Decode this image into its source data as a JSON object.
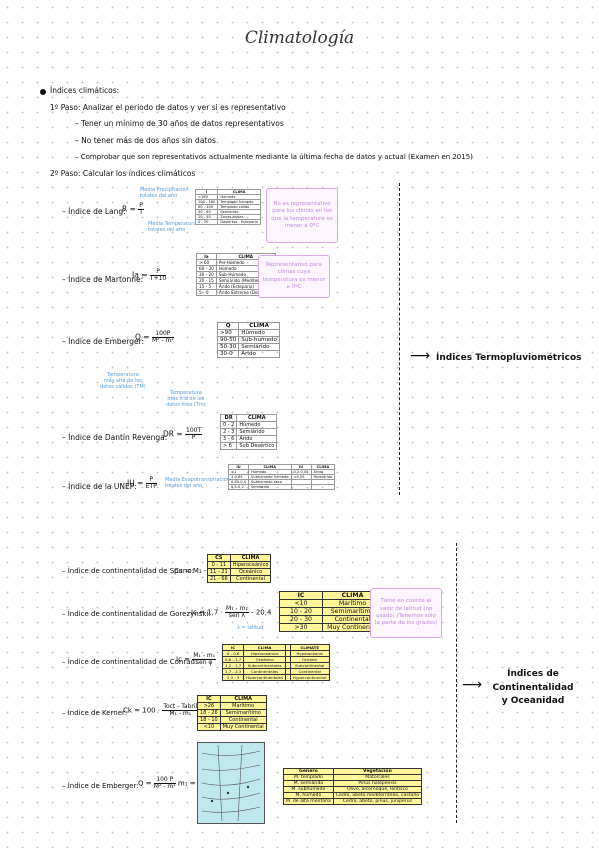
{
  "title": "Climatología",
  "intro": {
    "heading": "Índices climáticos:",
    "paso1": "1º Paso: Analizar el periodo de datos y ver si es representativo",
    "sub1": "– Tener un mínimo de 30 años de datos representativos",
    "sub2": "– No tener más de dos años sin datos",
    "sub3": "– Comprobar que son representativos actualmente mediante la última fecha de datos y actual (Examen en 2015)",
    "paso2": "2º Paso: Calcular los índices climáticos"
  },
  "lang": {
    "label": "– Índice de Lang:",
    "formula_lhs": "R =",
    "num": "P",
    "den": "T",
    "note_p": "Media Precipitación\ntotales del año",
    "note_t": "Media Temperatura\ntotales del año",
    "table": {
      "headers": [
        "I",
        "CLIMA"
      ],
      "rows": [
        [
          ">160",
          "Húmedo"
        ],
        [
          "100 - 160",
          "Templado húmedo"
        ],
        [
          "60 - 100",
          "Templado cálido"
        ],
        [
          "40 - 60",
          "Semiárido"
        ],
        [
          "20 - 40",
          "Zonas áridas"
        ],
        [
          "0 - 20",
          "Desiertos - Estepario"
        ]
      ]
    },
    "pink": "No es representativo para los climas en los que la temperatura es menor a 0ºC"
  },
  "martonne": {
    "label": "– Índice de Martonne:",
    "formula_lhs": "Ia =",
    "num": "P",
    "den": "T+10",
    "table": {
      "headers": [
        "Ia",
        "CLIMA"
      ],
      "rows": [
        [
          "> 60",
          "Per-Húmedo"
        ],
        [
          "60 - 30",
          "Húmedo"
        ],
        [
          "30 - 20",
          "Sub-Húmedo"
        ],
        [
          "20 - 15",
          "Semiárido (Mediterráneo)"
        ],
        [
          "15 - 5",
          "Árido (Estepario)"
        ],
        [
          "5 - 0",
          "Árido Extremo (Desierto)"
        ]
      ]
    },
    "pink": "Representativo para climas cuya temperatura es menor a 0ºC"
  },
  "emberger1": {
    "label": "– Índice de Emberger:",
    "formula_lhs": "Q =",
    "num": "100P",
    "den": "M² - m²",
    "note_m": "Temperatura\nmás alta de los\ndatos cálidos (TM)",
    "note_mm": "Temperatura\nmás fría de los\ndatos fríos (Tm)",
    "table": {
      "headers": [
        "Q",
        "CLIMA"
      ],
      "rows": [
        [
          ">90",
          "Húmedo"
        ],
        [
          "90-50",
          "Sub-húmedo"
        ],
        [
          "50-30",
          "Semiárido"
        ],
        [
          "30-0",
          "Árido"
        ]
      ]
    }
  },
  "termo_label": "Índices Termopluviométricos",
  "dantin": {
    "label": "– Índice de Dantín Revenga:",
    "formula_lhs": "DR =",
    "num": "100T",
    "den": "P",
    "table": {
      "headers": [
        "DR",
        "CLIMA"
      ],
      "rows": [
        [
          "0 - 2",
          "Húmedo"
        ],
        [
          "2 - 3",
          "Semiárido"
        ],
        [
          "3 - 6",
          "Árido"
        ],
        [
          "> 6",
          "Sub Desértico"
        ]
      ]
    }
  },
  "unep": {
    "label": "– Índice de la UNEP:",
    "formula_lhs": "IU =",
    "num": "P",
    "den": "ETP",
    "note": "Media Evapotranspiración\ntotales del año",
    "table": {
      "headers": [
        "IU",
        "CLIMA",
        "IU",
        "CLIMA"
      ],
      "rows": [
        [
          "<1",
          "Húmedo",
          "0,2-0,05",
          "Árido"
        ],
        [
          "1-0,65",
          "Subhúmedo húmedo",
          "<0,05",
          "Hiperárido"
        ],
        [
          "0,65-0,5",
          "Subhúmedo seco",
          "",
          ""
        ],
        [
          "0,5-0,2",
          "Semiárido",
          "",
          ""
        ]
      ]
    }
  },
  "spano": {
    "label": "– Índice de continentalidad de Spano:",
    "formula": "Cs = M₁ - m₁",
    "table": {
      "headers": [
        "CS",
        "CLIMA"
      ],
      "rows": [
        [
          "0 - 11",
          "Hiperoceánico"
        ],
        [
          "11 - 21",
          "Oceánico"
        ],
        [
          "21 - 66",
          "Continental"
        ]
      ]
    }
  },
  "gorezynski": {
    "label": "– Índice de continentalidad de Gorezynski:",
    "formula_lhs": "Ic = 1,7 ·",
    "num": "M₁ - m₁",
    "den": "sen λ",
    "formula_rhs": "- 20,4",
    "note": "λ = latitud",
    "table": {
      "headers": [
        "IC",
        "CLIMA"
      ],
      "rows": [
        [
          "<10",
          "Marítimo"
        ],
        [
          "10 - 20",
          "Semimarítimo"
        ],
        [
          "20 - 30",
          "Continental"
        ],
        [
          ">30",
          "Muy Continental"
        ]
      ]
    },
    "pink": "Tiene en cuenta el valor de latitud (no usado) (Tenemos sólo la parte de los grados)"
  },
  "conrad": {
    "label": "– Índice de continentalidad de Conrad:",
    "formula_lhs": "Ic =",
    "num": "M₁ - m₁",
    "den": "sen φ",
    "table": {
      "headers": [
        "IC",
        "CLIMA",
        "",
        "CLIMATE"
      ],
      "rows": [
        [
          "0 - 0,6",
          "Hiperoceánico",
          "",
          "Hyperoceanic"
        ],
        [
          "0,6 - 1,7",
          "Oceánico",
          "",
          "Oceanic"
        ],
        [
          "1,2 - 1,7",
          "Subcontinentales",
          "",
          "Subcontinental"
        ],
        [
          "1,7 - 2,3",
          "Continentales",
          "",
          "Continental"
        ],
        [
          "2,3 - 3",
          "Hipercontinentales",
          "",
          "Hypercontinental"
        ]
      ]
    }
  },
  "kerner": {
    "label": "– Índice de Kerner:",
    "formula_lhs": "Ck = 100 ·",
    "num": "Toct - Tabril",
    "den": "M₁ - m₁",
    "table": {
      "headers": [
        "IC",
        "CLIMA"
      ],
      "rows": [
        [
          ">26",
          "Marítimo"
        ],
        [
          "18 - 26",
          "Semimarítimo"
        ],
        [
          "18 - 10",
          "Continental"
        ],
        [
          "<10",
          "Muy Continental"
        ]
      ]
    }
  },
  "conti_label_1": "Índices de",
  "conti_label_2": "Continentalidad",
  "conti_label_3": "y Oceanidad",
  "emberger2": {
    "label": "– Índice de Emberger:",
    "formula_lhs": "Q =",
    "num": "100 P",
    "den": "M² - m²",
    "formula_rhs": "m₁ = 0",
    "table": {
      "headers": [
        "Genero",
        "Vegetación"
      ],
      "rows": [
        [
          "M. templado",
          "Matorrales"
        ],
        [
          "M. semiárido",
          "Pinus halepensis"
        ],
        [
          "M. subhúmedo",
          "Olivo, alcornoque, lentisco"
        ],
        [
          "M. húmedo",
          "Cedro, abeto mediterráneo, castaño"
        ],
        [
          "M. de alta montaña",
          "Cedro, abeto, pinus, juniperus"
        ]
      ]
    }
  }
}
